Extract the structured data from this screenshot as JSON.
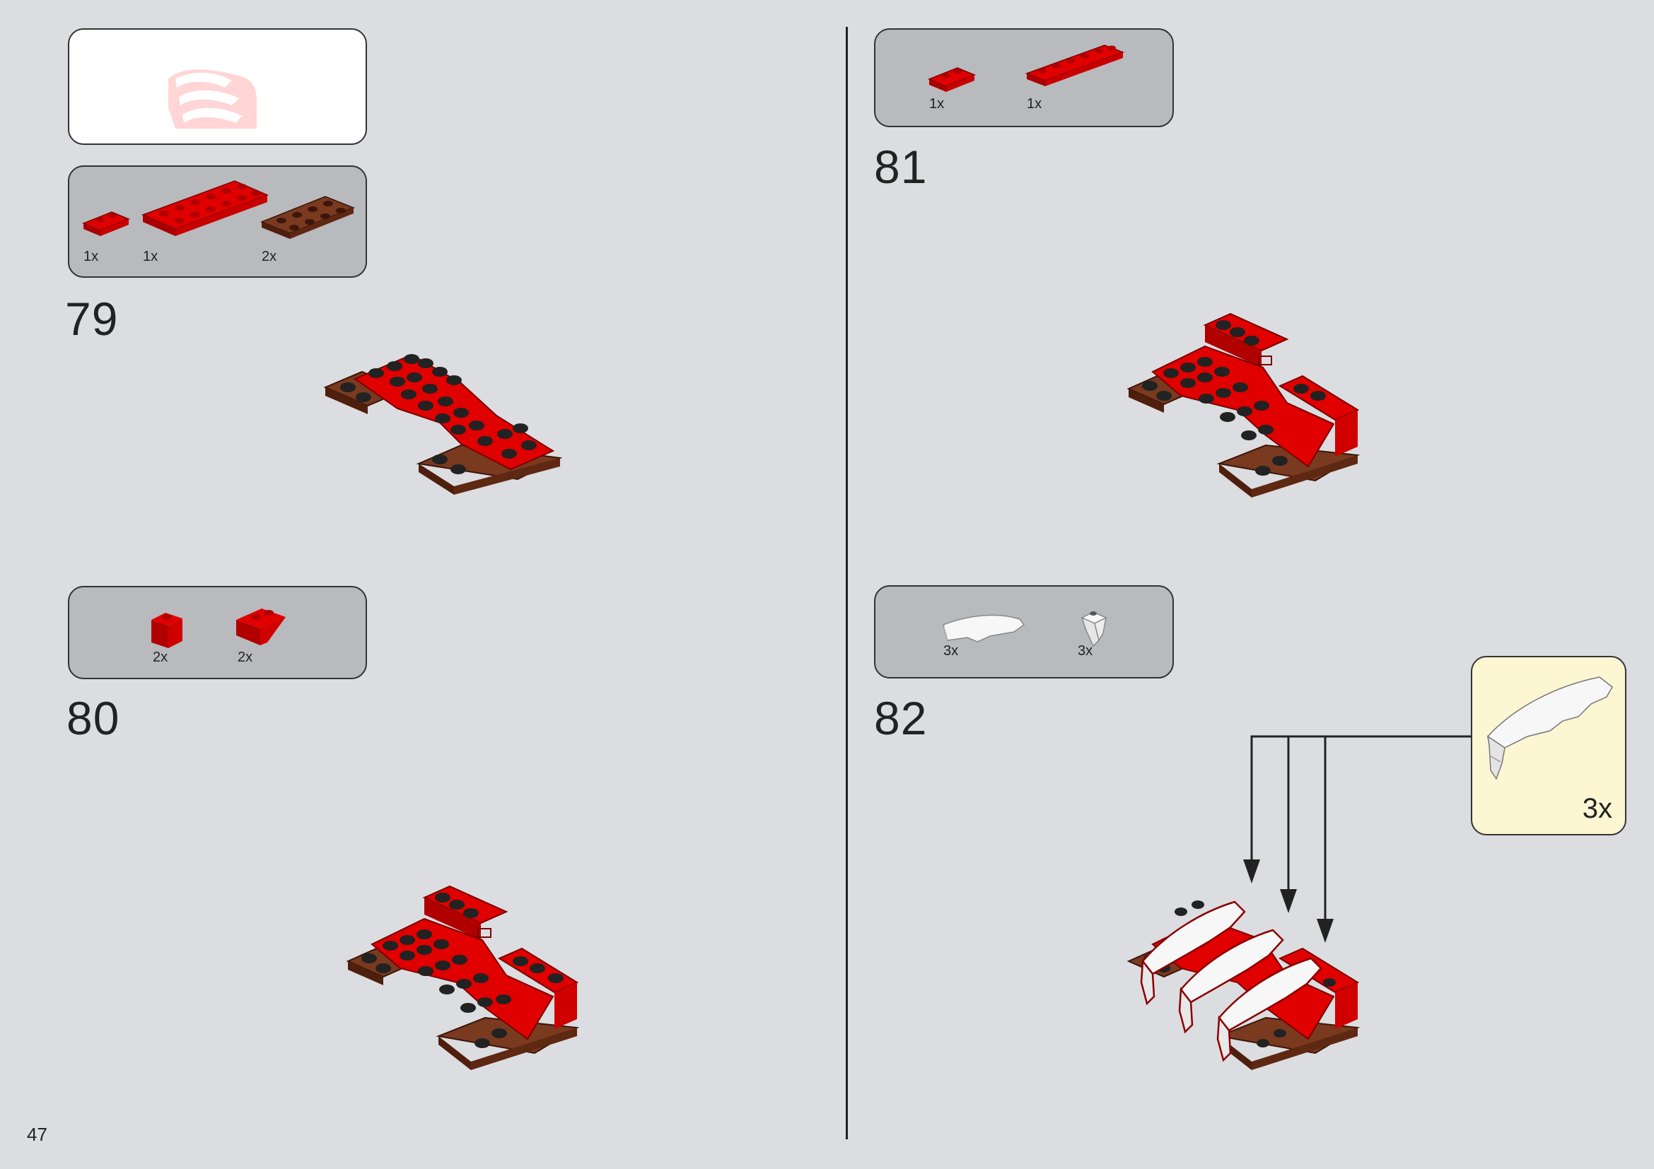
{
  "page": {
    "number": "47"
  },
  "steps": [
    {
      "number": "79",
      "parts": [
        {
          "qty": "1x",
          "color": "red",
          "shape": "plate-1x2"
        },
        {
          "qty": "1x",
          "color": "red",
          "shape": "plate-2x6"
        },
        {
          "qty": "2x",
          "color": "brown",
          "shape": "plate-2x4"
        }
      ]
    },
    {
      "number": "80",
      "parts": [
        {
          "qty": "2x",
          "color": "red",
          "shape": "brick-1x1"
        },
        {
          "qty": "2x",
          "color": "red",
          "shape": "slope-inverted"
        }
      ]
    },
    {
      "number": "81",
      "parts": [
        {
          "qty": "1x",
          "color": "red",
          "shape": "plate-1x2"
        },
        {
          "qty": "1x",
          "color": "red",
          "shape": "plate-1x6"
        }
      ]
    },
    {
      "number": "82",
      "parts": [
        {
          "qty": "3x",
          "color": "white",
          "shape": "curved-slope"
        },
        {
          "qty": "3x",
          "color": "white",
          "shape": "clip-plate"
        }
      ],
      "callout": {
        "qty": "3x"
      }
    }
  ],
  "colors": {
    "background": "#dcdde0",
    "red": "#e00000",
    "brown": "#6b2f1a",
    "white": "#f5f5f5",
    "callout": "#fcf6d3",
    "parts_panel": "#b9babd"
  }
}
